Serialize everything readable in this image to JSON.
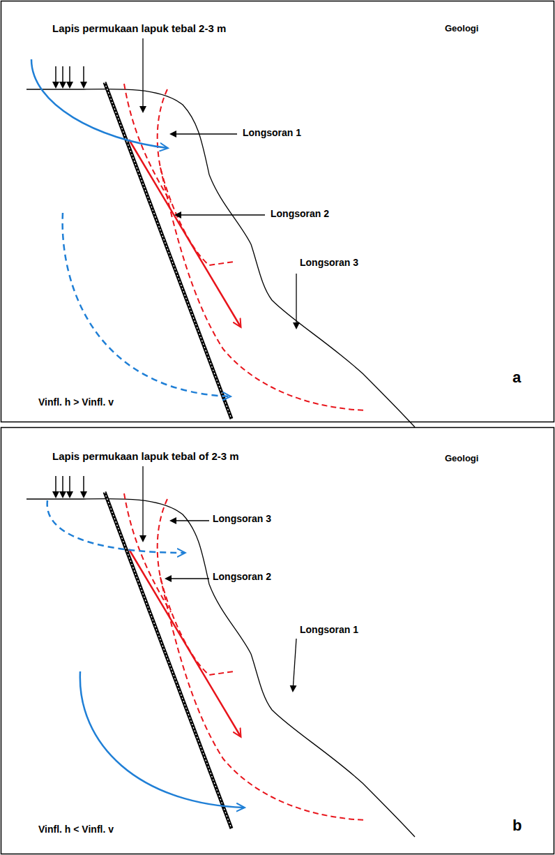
{
  "diagram": {
    "labels": [
      "Lapis permukaan lapuk tebal 2-3 m",
      "Geologi",
      "Longsoran 1",
      "Longsoran 2",
      "Longsoran 3",
      "Vinfl. h > Vinfl. v",
      "a",
      "Lapis permukaan lapuk tebal of 2-3 m",
      "Geologi",
      "Longsoran 3",
      "Longsoran 2",
      "Longsoran 1",
      "Vinfl. h < Vinfl. v",
      "b"
    ]
  }
}
